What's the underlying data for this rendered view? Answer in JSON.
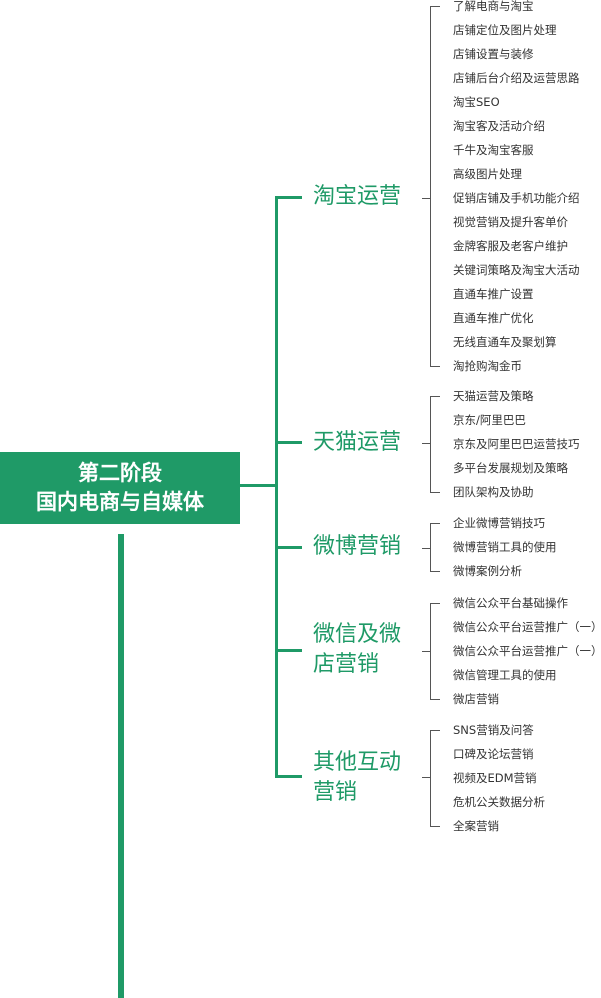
{
  "root": {
    "line1": "第二阶段",
    "line2": "国内电商与自媒体"
  },
  "categories": [
    {
      "line1": "淘宝运营",
      "line2": "",
      "items": [
        "了解电商与淘宝",
        "店铺定位及图片处理",
        "店铺设置与装修",
        "店铺后台介绍及运营思路",
        "淘宝SEO",
        "淘宝客及活动介绍",
        "千牛及淘宝客服",
        "高级图片处理",
        "促销店铺及手机功能介绍",
        "视觉营销及提升客单价",
        "金牌客服及老客户维护",
        "关键词策略及淘宝大活动",
        "直通车推广设置",
        "直通车推广优化",
        "无线直通车及聚划算",
        "淘抢购淘金币"
      ]
    },
    {
      "line1": "天猫运营",
      "line2": "",
      "items": [
        "天猫运营及策略",
        "京东/阿里巴巴",
        "京东及阿里巴巴运营技巧",
        "多平台发展规划及策略",
        "团队架构及协助"
      ]
    },
    {
      "line1": "微博营销",
      "line2": "",
      "items": [
        "企业微博营销技巧",
        "微博营销工具的使用",
        "微博案例分析"
      ]
    },
    {
      "line1": "微信及微",
      "line2": "店营销",
      "items": [
        "微信公众平台基础操作",
        "微信公众平台运营推广（一）",
        "微信公众平台运营推广（一）",
        "微信管理工具的使用",
        "微店营销"
      ]
    },
    {
      "line1": "其他互动",
      "line2": "营销",
      "items": [
        "SNS营销及问答",
        "口碑及论坛营销",
        "视频及EDM营销",
        "危机公关数据分析",
        "全案营销"
      ]
    }
  ],
  "colors": {
    "accent": "#1f9a67",
    "text": "#333333",
    "bracket": "#555555"
  }
}
